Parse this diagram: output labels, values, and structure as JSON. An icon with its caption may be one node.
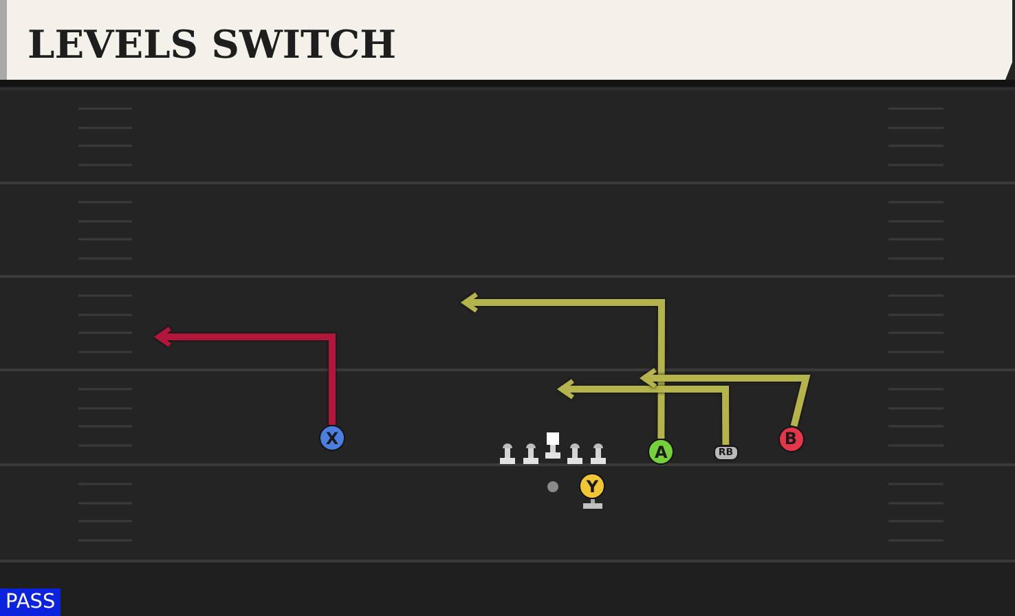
{
  "diagram": {
    "title": "LEVELS SWITCH",
    "nodes": [
      {
        "text": [
          "X"
        ]
      },
      {
        "text": [
          "A"
        ]
      },
      {
        "text": [
          "RB"
        ]
      },
      {
        "text": [
          "B"
        ]
      },
      {
        "text": [
          "Y"
        ]
      }
    ],
    "edges": [
      {
        "from": 0,
        "to": null,
        "arrow": "to",
        "color": "#b3163b"
      },
      {
        "from": 1,
        "to": null,
        "arrow": "to"
      },
      {
        "from": 2,
        "to": null,
        "arrow": "to"
      },
      {
        "from": 3,
        "to": null,
        "arrow": "to"
      }
    ],
    "labels": [
      "PASS"
    ]
  }
}
